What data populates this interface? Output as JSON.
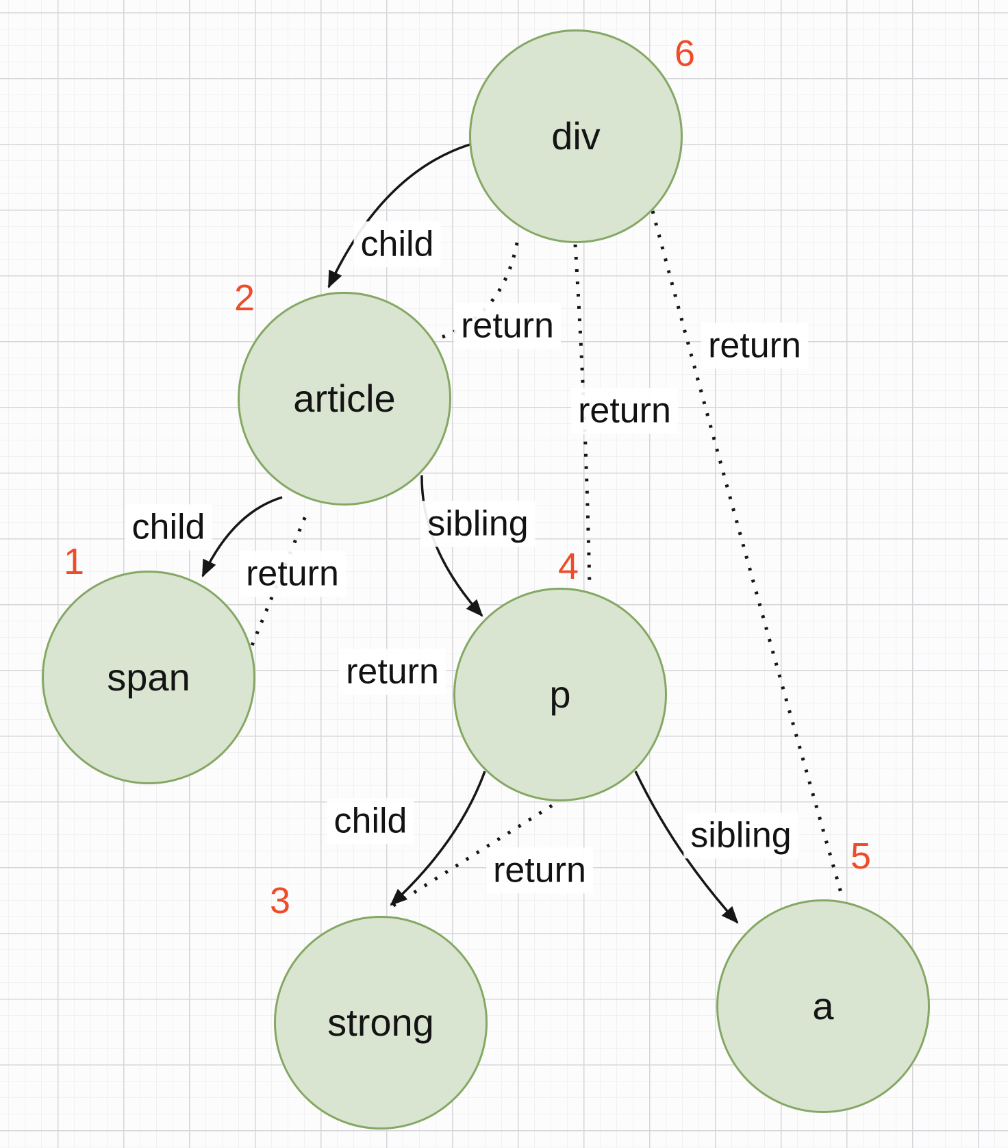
{
  "diagram": {
    "description": "DOM tree traversal order diagram with child, sibling and return links",
    "nodes": [
      {
        "id": "div",
        "label": "div",
        "order": "6"
      },
      {
        "id": "article",
        "label": "article",
        "order": "2"
      },
      {
        "id": "span",
        "label": "span",
        "order": "1"
      },
      {
        "id": "p",
        "label": "p",
        "order": "4"
      },
      {
        "id": "strong",
        "label": "strong",
        "order": "3"
      },
      {
        "id": "a",
        "label": "a",
        "order": "5"
      }
    ],
    "edge_labels": [
      {
        "text": "child",
        "edge": "div-to-article"
      },
      {
        "text": "return",
        "edge": "article-to-div"
      },
      {
        "text": "return",
        "edge": "p-to-div"
      },
      {
        "text": "return",
        "edge": "a-to-div"
      },
      {
        "text": "child",
        "edge": "article-to-span"
      },
      {
        "text": "return",
        "edge": "span-to-article"
      },
      {
        "text": "sibling",
        "edge": "article-to-p"
      },
      {
        "text": "return",
        "edge": "strong-to-p"
      },
      {
        "text": "child",
        "edge": "p-to-strong"
      },
      {
        "text": "return",
        "edge": "strong-to-p"
      },
      {
        "text": "sibling",
        "edge": "p-to-a"
      }
    ],
    "colors": {
      "node_fill": "#d9e5d1",
      "node_stroke": "#84a863",
      "order_number": "#ee4b28",
      "edge": "#161616",
      "label_background": "#ffffff",
      "grid_minor": "#f1f1f4",
      "grid_major": "#d6d6da",
      "background": "#fcfcfd"
    }
  }
}
